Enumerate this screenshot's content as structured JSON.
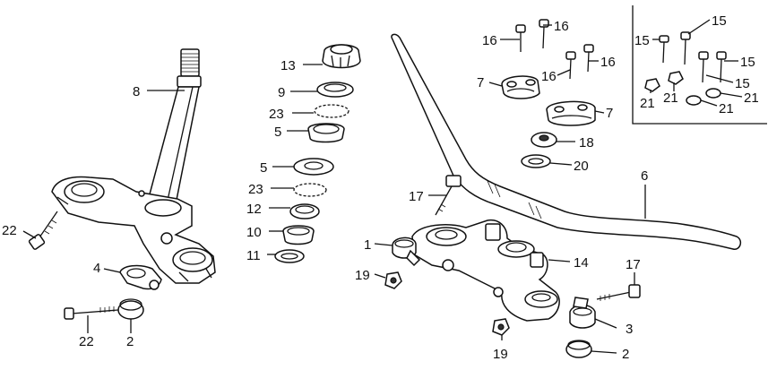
{
  "diagram": {
    "callouts": [
      {
        "id": "c8",
        "text": "8"
      },
      {
        "id": "c13",
        "text": "13"
      },
      {
        "id": "c9",
        "text": "9"
      },
      {
        "id": "c23a",
        "text": "23"
      },
      {
        "id": "c5a",
        "text": "5"
      },
      {
        "id": "c5b",
        "text": "5"
      },
      {
        "id": "c23b",
        "text": "23"
      },
      {
        "id": "c12",
        "text": "12"
      },
      {
        "id": "c10",
        "text": "10"
      },
      {
        "id": "c11",
        "text": "11"
      },
      {
        "id": "c22a",
        "text": "22"
      },
      {
        "id": "c4",
        "text": "4"
      },
      {
        "id": "c22b",
        "text": "22"
      },
      {
        "id": "c2a",
        "text": "2"
      },
      {
        "id": "c16a",
        "text": "16"
      },
      {
        "id": "c16b",
        "text": "16"
      },
      {
        "id": "c16c",
        "text": "16"
      },
      {
        "id": "c16d",
        "text": "16"
      },
      {
        "id": "c7a",
        "text": "7"
      },
      {
        "id": "c7b",
        "text": "7"
      },
      {
        "id": "c18",
        "text": "18"
      },
      {
        "id": "c20",
        "text": "20"
      },
      {
        "id": "c6",
        "text": "6"
      },
      {
        "id": "c17a",
        "text": "17"
      },
      {
        "id": "c1",
        "text": "1"
      },
      {
        "id": "c14",
        "text": "14"
      },
      {
        "id": "c19a",
        "text": "19"
      },
      {
        "id": "c17b",
        "text": "17"
      },
      {
        "id": "c3",
        "text": "3"
      },
      {
        "id": "c19b",
        "text": "19"
      },
      {
        "id": "c2b",
        "text": "2"
      },
      {
        "id": "c15a",
        "text": "15"
      },
      {
        "id": "c15b",
        "text": "15"
      },
      {
        "id": "c15c",
        "text": "15"
      },
      {
        "id": "c15d",
        "text": "15"
      },
      {
        "id": "c21a",
        "text": "21"
      },
      {
        "id": "c21b",
        "text": "21"
      },
      {
        "id": "c21c",
        "text": "21"
      },
      {
        "id": "c21d",
        "text": "21"
      }
    ]
  }
}
